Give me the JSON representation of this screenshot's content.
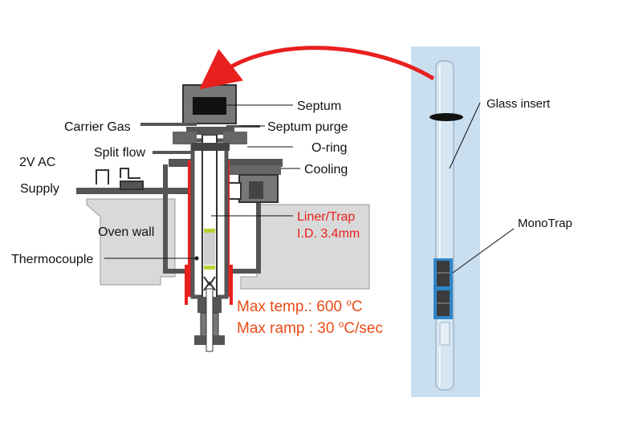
{
  "labels": {
    "septum": "Septum",
    "carrier_gas": "Carrier Gas",
    "septum_purge": "Septum purge",
    "o_ring": "O-ring",
    "split_flow": "Split flow",
    "ac_line1": "2V AC",
    "ac_line2": "Supply",
    "cooling": "Cooling",
    "oven_wall": "Oven wall",
    "liner_trap": "Liner/Trap",
    "inner_diameter": "I.D. 3.4mm",
    "thermocouple": "Thermocouple",
    "glass_insert": "Glass insert",
    "monotrap": "MonoTrap"
  },
  "specs": {
    "max_temp_prefix": "Max temp.: 600 ",
    "max_temp_degree": "o",
    "max_temp_unit": "C",
    "max_ramp_prefix": "Max ramp : 30 ",
    "max_ramp_degree": "o",
    "max_ramp_unit": "C/sec"
  },
  "colors": {
    "arrow": "#e8201e",
    "red_text": "#e8201e",
    "spec_text": "#e84b16",
    "heater": "#e8201e",
    "glass_panel": "#c9dff0",
    "oven_fill": "#d9d9d9",
    "body_dark": "#555555",
    "trap_cartridge": "#2e86c9"
  }
}
